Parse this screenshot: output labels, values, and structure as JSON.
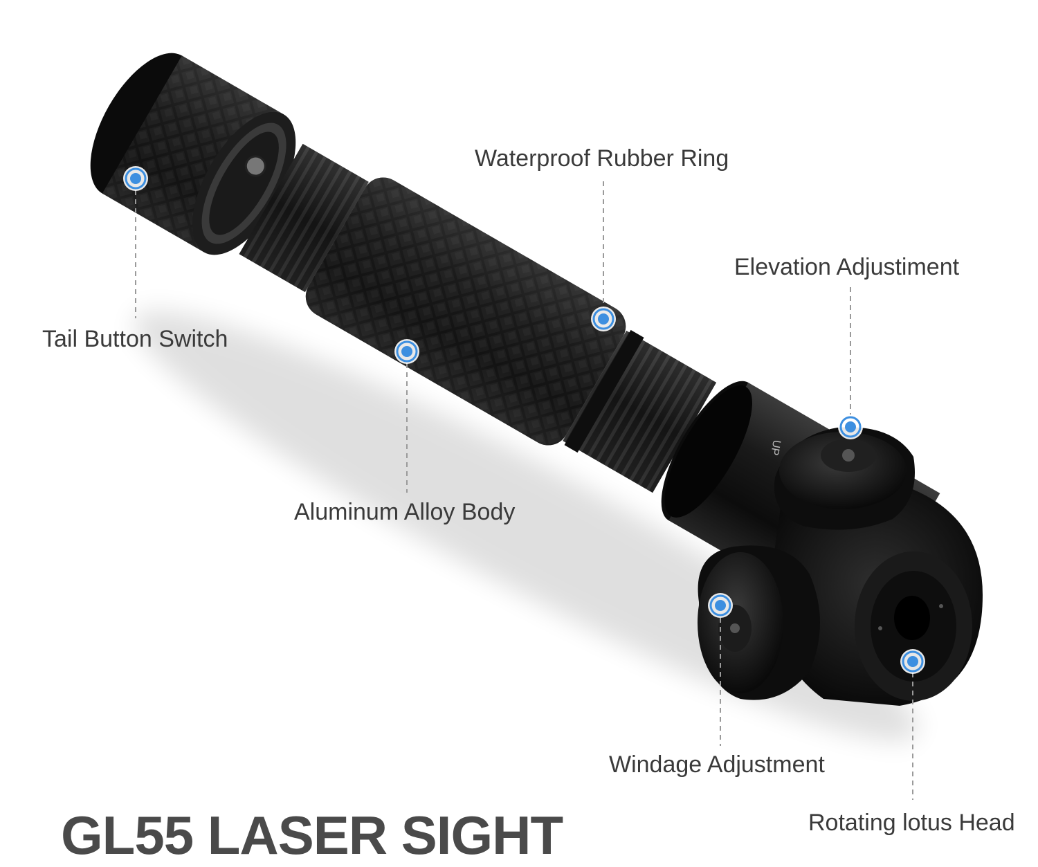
{
  "product": {
    "title": "GL55 LASER SIGHT",
    "knob_marking": "UP"
  },
  "callouts": {
    "waterproof_ring": "Waterproof Rubber Ring",
    "elevation": "Elevation Adjustiment",
    "tail_switch": "Tail Button Switch",
    "alloy_body": "Aluminum Alloy Body",
    "windage": "Windage Adjustment",
    "lotus_head": "Rotating lotus Head"
  },
  "colors": {
    "marker": "#3d8fe0",
    "text": "#3a3a3a",
    "title": "#4a4a4a",
    "product": "#141414"
  }
}
